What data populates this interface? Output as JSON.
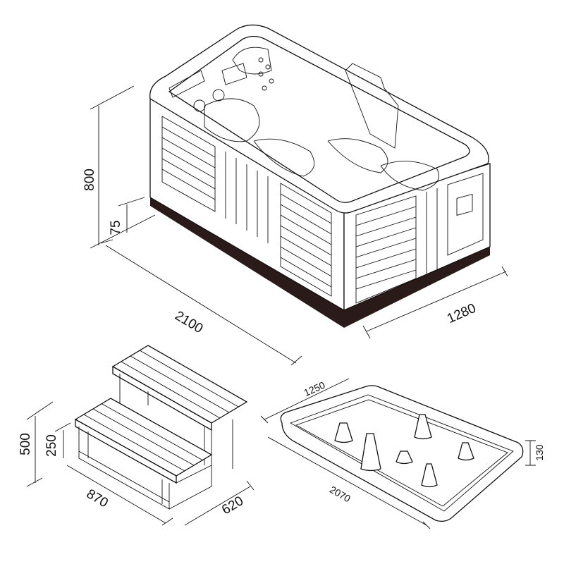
{
  "tub": {
    "height": "800",
    "skirt_height": "75",
    "length": "2100",
    "width": "1280"
  },
  "steps": {
    "height": "500",
    "step_height": "250",
    "length": "870",
    "depth": "620"
  },
  "cover": {
    "width": "1250",
    "thickness": "130",
    "length": "2070"
  },
  "colors": {
    "line": "#111111",
    "base": "#2a1a1a"
  }
}
